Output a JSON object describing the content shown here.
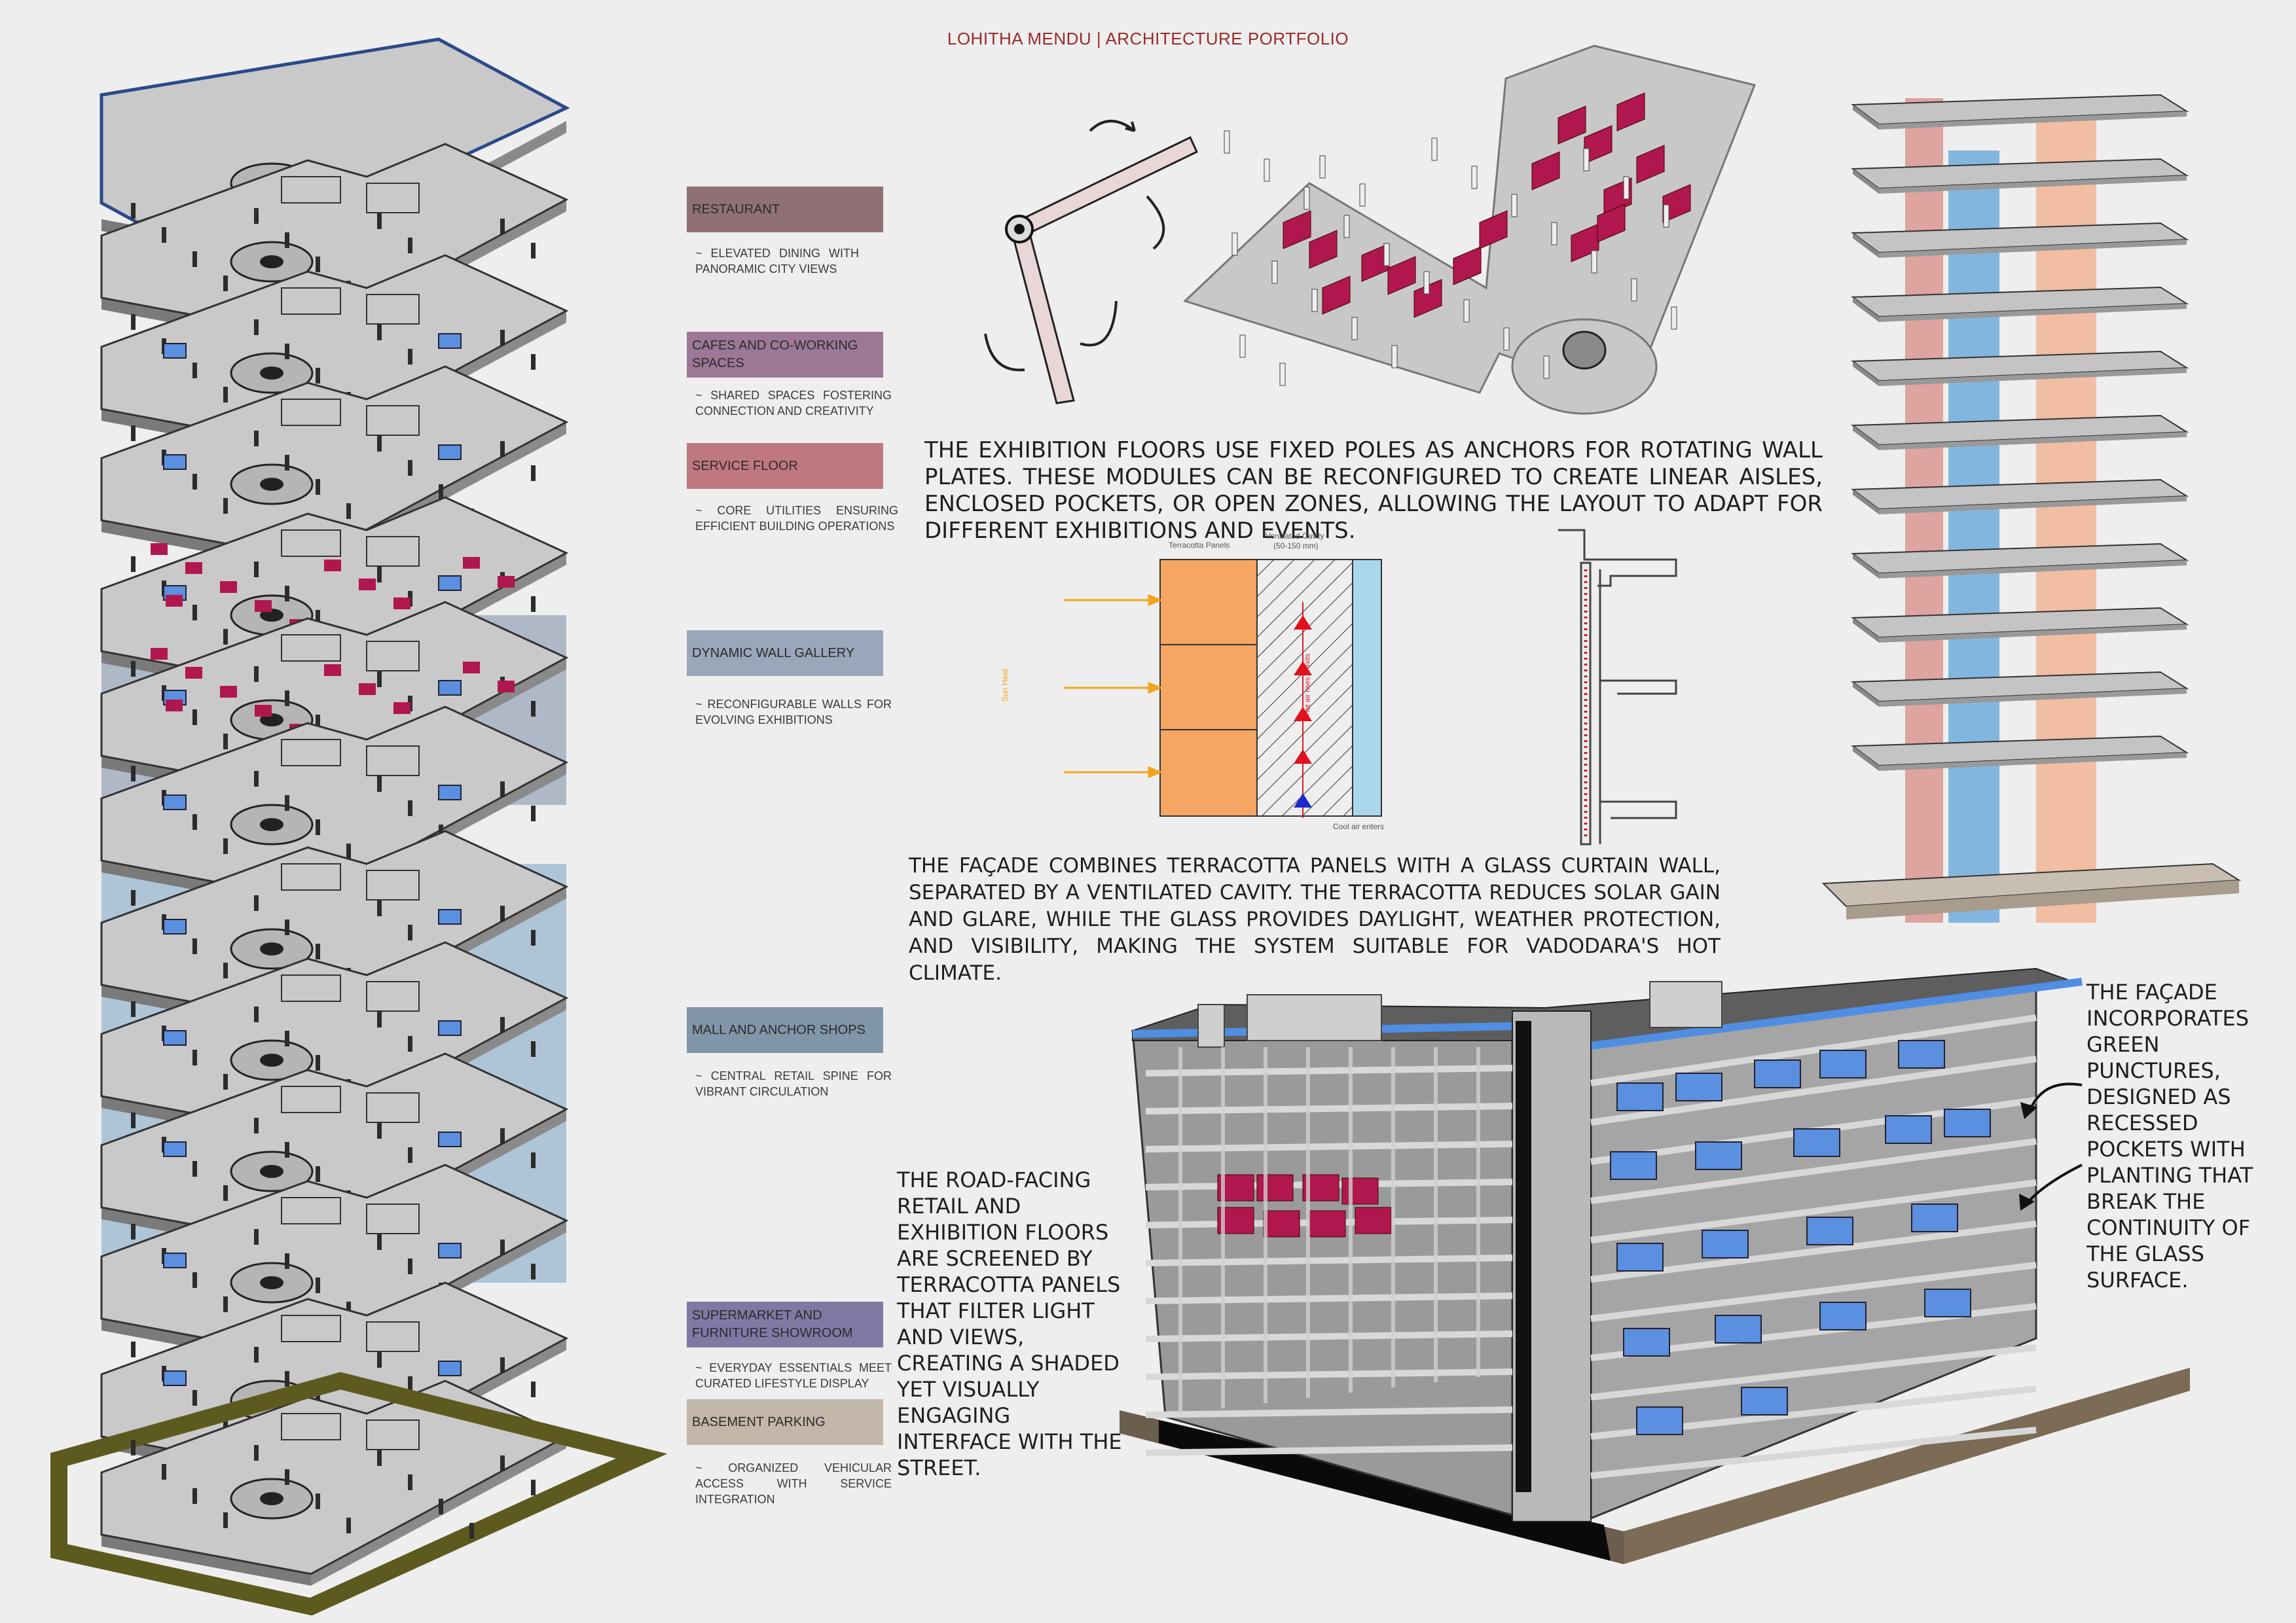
{
  "header": {
    "title": "LOHITHA MENDU | ARCHITECTURE PORTFOLIO"
  },
  "colors": {
    "restaurant": "#8f7175",
    "cafes": "#9c7896",
    "service": "#c07880",
    "gallery": "#9aa6b9",
    "mall": "#8195a8",
    "supermarket": "#7e7aa4",
    "basement": "#c3b7a9",
    "wall_plate": "#b0174e",
    "glass": "#5b8fe0",
    "terracotta": "#f4a662",
    "cavity_glass": "#a9d6ea"
  },
  "legend": [
    {
      "label": "RESTAURANT",
      "desc": "~ ELEVATED DINING WITH PANORAMIC CITY VIEWS"
    },
    {
      "label": "CAFES AND CO-WORKING SPACES",
      "desc": "~ SHARED SPACES FOSTERING CONNECTION AND CREATIVITY"
    },
    {
      "label": "SERVICE FLOOR",
      "desc": "~ CORE UTILITIES ENSURING EFFICIENT BUILDING OPERATIONS"
    },
    {
      "label": "DYNAMIC WALL GALLERY",
      "desc": "~ RECONFIGURABLE WALLS FOR EVOLVING EXHIBITIONS"
    },
    {
      "label": "MALL AND ANCHOR SHOPS",
      "desc": "~ CENTRAL RETAIL SPINE FOR VIBRANT CIRCULATION"
    },
    {
      "label": "SUPERMARKET AND FURNITURE SHOWROOM",
      "desc": "~ EVERYDAY ESSENTIALS MEET CURATED LIFESTYLE DISPLAY"
    },
    {
      "label": "BASEMENT PARKING",
      "desc": "~ ORGANIZED VEHICULAR ACCESS WITH SERVICE INTEGRATION"
    }
  ],
  "paragraphs": {
    "exhibition": "THE EXHIBITION FLOORS USE FIXED POLES AS ANCHORS FOR ROTATING WALL PLATES. THESE MODULES CAN BE RECONFIGURED TO CREATE LINEAR AISLES, ENCLOSED POCKETS, OR OPEN ZONES, ALLOWING THE LAYOUT TO ADAPT FOR DIFFERENT EXHIBITIONS AND EVENTS.",
    "facade": "THE FAÇADE COMBINES TERRACOTTA PANELS WITH A GLASS CURTAIN WALL, SEPARATED BY A VENTILATED CAVITY. THE TERRACOTTA REDUCES SOLAR GAIN AND GLARE, WHILE THE GLASS PROVIDES DAYLIGHT, WEATHER PROTECTION, AND VISIBILITY, MAKING THE SYSTEM SUITABLE FOR VADODARA'S HOT CLIMATE.",
    "road": "THE ROAD-FACING RETAIL AND EXHIBITION FLOORS ARE SCREENED BY TERRACOTTA PANELS THAT FILTER LIGHT AND VIEWS, CREATING A SHADED YET VISUALLY ENGAGING INTERFACE WITH THE STREET.",
    "green": "THE FAÇADE INCORPORATES GREEN PUNCTURES, DESIGNED AS RECESSED POCKETS WITH PLANTING THAT BREAK THE CONTINUITY OF THE GLASS SURFACE."
  },
  "section_diagram": {
    "label_panels": "Terracotta Panels",
    "label_cavity": "Ventilated Cavity",
    "label_cavity_size": "(50-150 mm)",
    "label_sun": "Sun Heat",
    "label_hot_air": "Hot air rises & exits",
    "label_cool_air": "Cool air enters"
  }
}
